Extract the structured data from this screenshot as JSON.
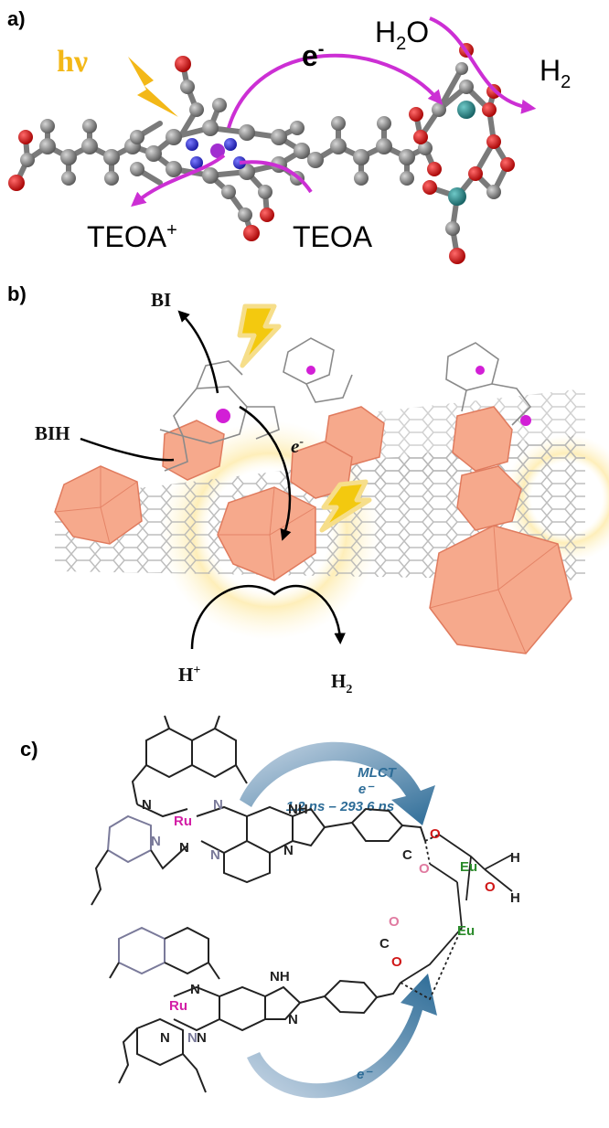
{
  "panel_a": {
    "label": "a)",
    "hv": "hν",
    "electron": "e",
    "electron_sup": "-",
    "water": "H",
    "water_sub": "2",
    "water_tail": "O",
    "hydrogen": "H",
    "hydrogen_sub": "2",
    "teoa_plus": "TEOA",
    "teoa_plus_sup": "+",
    "teoa": "TEOA"
  },
  "panel_b": {
    "label": "b)",
    "bi": "BI",
    "bih": "BIH",
    "electron": "e",
    "electron_sup": "-",
    "proton": "H",
    "proton_sup": "+",
    "hydrogen": "H",
    "hydrogen_sub": "2"
  },
  "panel_c": {
    "label": "c)",
    "mlct": "MLCT",
    "electron_top": "e⁻",
    "lifetime": "1.2 ns – 293.6 ns",
    "electron_bottom": "e⁻",
    "ru": "Ru",
    "eu": "Eu",
    "o": "O",
    "c": "C",
    "n": "N",
    "h": "H",
    "nh": "NH"
  },
  "colors": {
    "magenta": "#cc2fd4",
    "gold": "#f3b818",
    "salmon": "#f6a98c",
    "arrow_blue": "#2d6c97",
    "ru_pink": "#d31ea6",
    "eu_green": "#2a8a2a",
    "oxygen_red": "#d01717"
  }
}
